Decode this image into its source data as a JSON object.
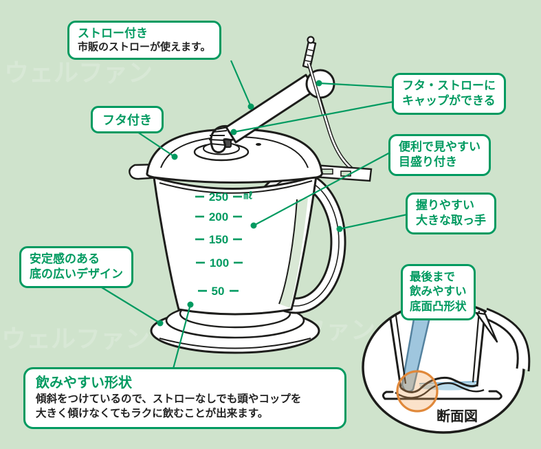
{
  "colors": {
    "background": "#cfe3cc",
    "accent_green": "#009a60",
    "outline_black": "#1d1d1b",
    "straw_blue": "#9fc6de",
    "water_blue": "#b7d9e9",
    "highlight_orange": "#e0883a"
  },
  "callouts": {
    "straw": {
      "title": "ストロー付き",
      "body": "市販のストローが使えます。"
    },
    "lid": {
      "title": "フタ付き"
    },
    "cap": {
      "line1": "フタ・ストローに",
      "line2": "キャップができる"
    },
    "scale": {
      "line1": "便利で見やすい",
      "line2": "目盛り付き"
    },
    "handle": {
      "line1": "握りやすい",
      "line2": "大きな取っ手"
    },
    "base": {
      "line1": "安定感のある",
      "line2": "底の広いデザイン"
    },
    "shape": {
      "title": "飲みやすい形状",
      "body_line1": "傾斜をつけているので、ストローなしでも頭やコップを",
      "body_line2": "大きく傾けなくてもラクに飲むことが出来ます。"
    },
    "bottom_shape": {
      "line1": "最後まで",
      "line2": "飲みやすい",
      "line3": "底面凸形状"
    }
  },
  "cup": {
    "scale_values": [
      "250",
      "200",
      "150",
      "100",
      "50"
    ],
    "scale_unit": "㎖"
  },
  "cross_section": {
    "label": "断面図"
  },
  "watermark": {
    "text": "ウェルファン"
  }
}
